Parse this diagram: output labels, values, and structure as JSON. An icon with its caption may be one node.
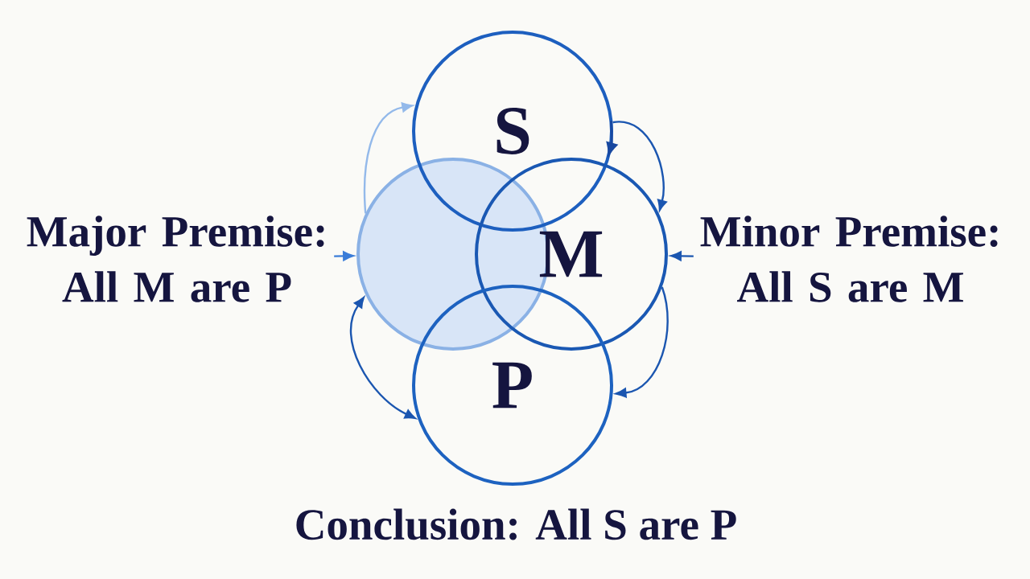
{
  "diagram": {
    "nodes": [
      {
        "text": [
          "S"
        ]
      },
      {
        "text": [],
        "shape": "circle"
      },
      {
        "text": [
          "M"
        ]
      },
      {
        "text": [
          "P"
        ]
      },
      {
        "text": [
          "Major Premise: All M are P"
        ]
      },
      {
        "text": [
          "Minor Premise: All S are M"
        ]
      }
    ],
    "edges": [
      {
        "from": 4,
        "to": 1,
        "arrow": "to",
        "color": "#3b7dd8"
      },
      {
        "from": 5,
        "to": 2,
        "arrow": "to"
      },
      {
        "from": 1,
        "to": 0,
        "arrow": "to",
        "color": "#93b9ea"
      },
      {
        "from": 0,
        "to": 2,
        "arrow": "to"
      },
      {
        "from": 2,
        "to": 3,
        "arrow": "to"
      },
      {
        "from": 1,
        "to": 3,
        "arrow": "both"
      }
    ],
    "labels": [
      "Conclusion: All S are P"
    ]
  }
}
